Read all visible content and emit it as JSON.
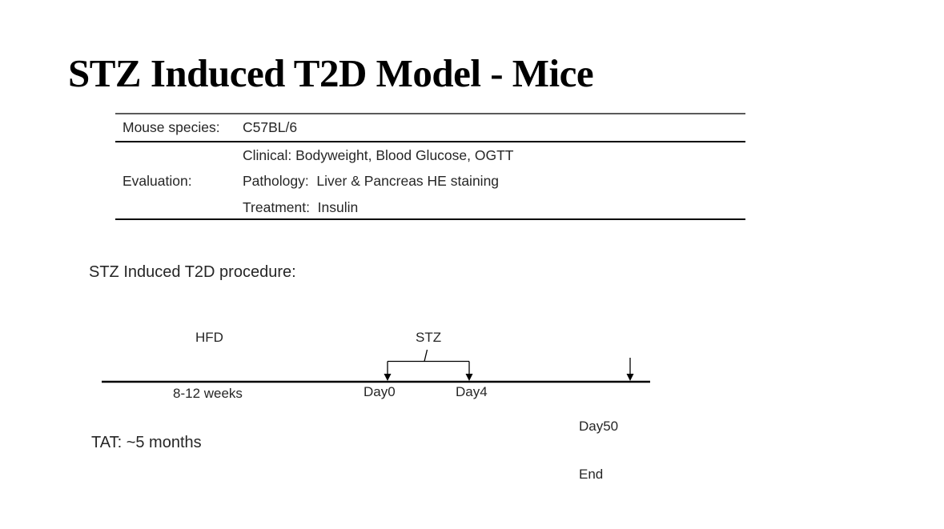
{
  "slide": {
    "title": "STZ Induced T2D Model - Mice",
    "info_table": {
      "rows": [
        {
          "label": "Mouse species:",
          "values": [
            "C57BL/6"
          ]
        },
        {
          "label": "Evaluation:",
          "values": [
            "Clinical: Bodyweight, Blood Glucose, OGTT",
            "Pathology:  Liver & Pancreas HE staining",
            "Treatment:  Insulin"
          ]
        }
      ]
    },
    "procedure_heading": "STZ Induced T2D procedure:",
    "timeline": {
      "phase_label": "HFD",
      "phase_duration": "8-12 weeks",
      "intervention_label": "STZ",
      "start_tick": "Day0",
      "end_tick": "Day4",
      "final_tick_line1": "Day50",
      "final_tick_line2": "End"
    },
    "tat_note": "TAT: ~5 months",
    "colors": {
      "text": "#262626",
      "title": "#000000",
      "line": "#000000",
      "table_top_rule": "#5a5a5a"
    }
  }
}
